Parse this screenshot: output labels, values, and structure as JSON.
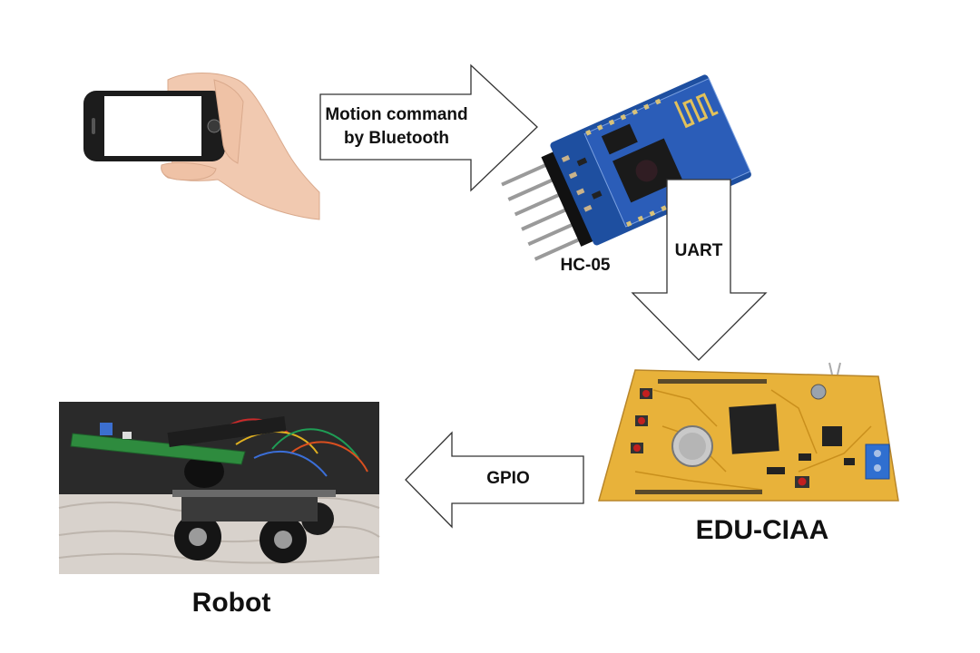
{
  "arrows": {
    "bluetooth": {
      "line1": "Motion command",
      "line2": "by Bluetooth"
    },
    "uart": {
      "label": "UART"
    },
    "gpio": {
      "label": "GPIO"
    }
  },
  "components": {
    "module_name": "HC-05",
    "board_name": "EDU-CIAA",
    "robot_name": "Robot"
  },
  "colors": {
    "arrow_stroke": "#333333",
    "pcb_blue": "#1e4fa0",
    "pcb_yellow": "#e8b23a",
    "robot_pcb_green": "#2e8b3e",
    "skin": "#f1c9b0"
  }
}
